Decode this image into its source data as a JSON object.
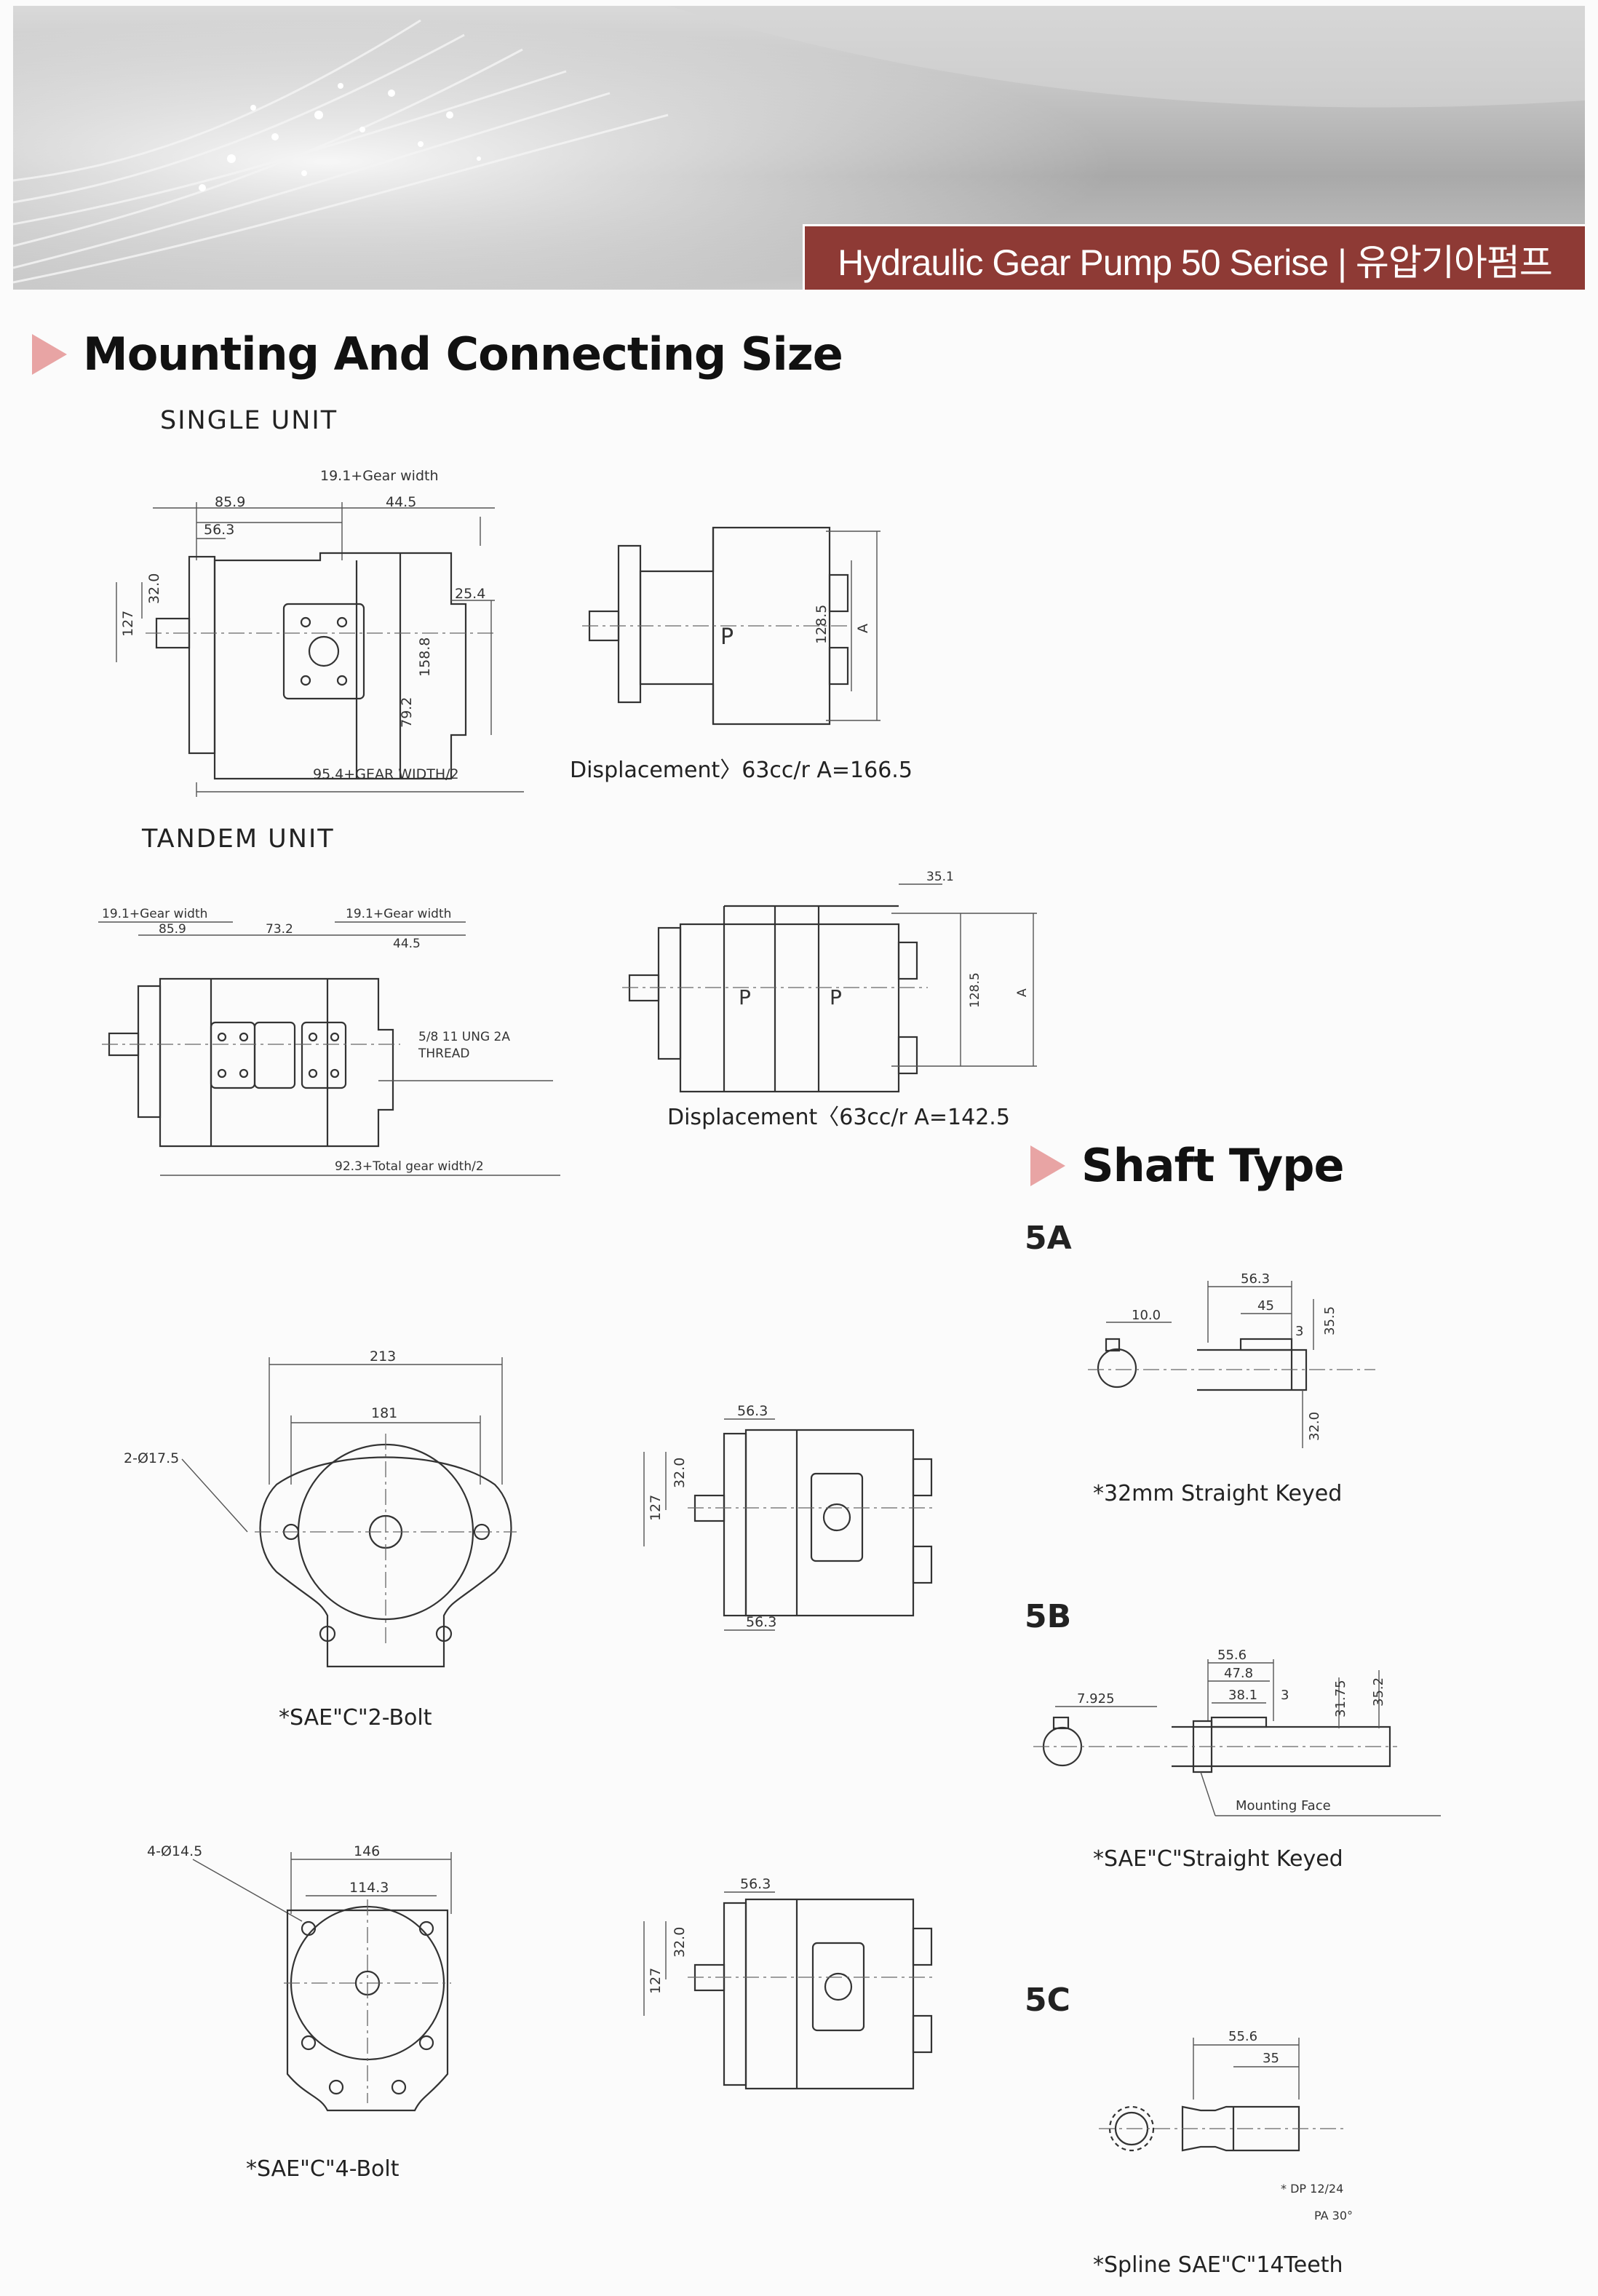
{
  "banner": {
    "title": "Hydraulic Gear Pump 50 Serise | 유압기아펌프"
  },
  "sections": {
    "mounting": "Mounting And Connecting Size",
    "shaft": "Shaft Type"
  },
  "single_unit": {
    "label": "SINGLE UNIT",
    "dims": {
      "gear_top": "19.1+Gear width",
      "d859": "85.9",
      "d445": "44.5",
      "d563": "56.3",
      "d320": "32.0",
      "d127": "127",
      "d254": "25.4",
      "d1588": "158.8",
      "d792": "79.2",
      "bottom": "95.4+GEAR WIDTH/2"
    },
    "side": {
      "port": "P",
      "d1285": "128.5",
      "a": "A"
    },
    "displacement": "Displacement〉63cc/r  A=166.5"
  },
  "tandem_unit": {
    "label": "TANDEM UNIT",
    "dims": {
      "gear_left": "19.1+Gear width",
      "d859": "85.9",
      "d732": "73.2",
      "gear_right": "19.1+Gear width",
      "d445": "44.5",
      "thread1": "5/8 11 UNG 2A",
      "thread2": "THREAD",
      "bottom": "92.3+Total gear width/2"
    },
    "side": {
      "d351": "35.1",
      "port1": "P",
      "port2": "P",
      "d1285": "128.5",
      "a": "A"
    },
    "displacement": "Displacement〈63cc/r  A=142.5"
  },
  "flange_2bolt": {
    "caption": "*SAE\"C\"2-Bolt",
    "d213": "213",
    "d181": "181",
    "holes": "2-Ø17.5"
  },
  "flange_2bolt_side": {
    "d563_top": "56.3",
    "d320": "32.0",
    "d127": "127",
    "d563_bottom": "56.3"
  },
  "flange_4bolt": {
    "caption": "*SAE\"C\"4-Bolt",
    "d146": "146",
    "d1143": "114.3",
    "holes": "4-Ø14.5"
  },
  "flange_4bolt_side": {
    "d563": "56.3",
    "d320": "32.0",
    "d127": "127"
  },
  "shaft_5a": {
    "code": "5A",
    "d563": "56.3",
    "d45": "45",
    "d100": "10.0",
    "d3": "3",
    "d355": "35.5",
    "d320": "32.0",
    "caption": "*32mm  Straight  Keyed"
  },
  "shaft_5b": {
    "code": "5B",
    "d556": "55.6",
    "d478": "47.8",
    "d7925": "7.925",
    "d381": "38.1",
    "d3": "3",
    "d3175": "31.75",
    "d352": "35.2",
    "mounting_face": "Mounting  Face",
    "caption": "*SAE\"C\"Straight  Keyed"
  },
  "shaft_5c": {
    "code": "5C",
    "d556": "55.6",
    "d35": "35",
    "dp": "* DP   12/24",
    "pa": "PA   30°",
    "caption": "*Spline  SAE\"C\"14Teeth"
  },
  "colors": {
    "banner_bar": "#8e3a35",
    "heading_triangle": "#e8a4a4"
  }
}
